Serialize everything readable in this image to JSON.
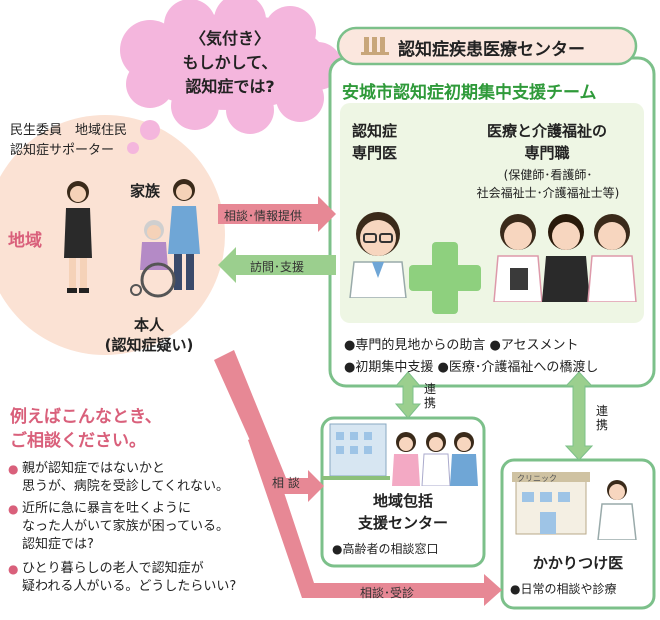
{
  "colors": {
    "green_border": "#7cc08a",
    "green_title": "#2f9a3a",
    "pink_accent": "#d9607b",
    "community_circle": "#fbe2d4",
    "thought_cloud": "#f4b6dd",
    "arrow_pink": "#e78895",
    "arrow_green": "#9bcf8e"
  },
  "thought": {
    "line1": "〈気付き〉",
    "line2": "もしかして、",
    "line3": "認知症では?"
  },
  "community": {
    "label": "地域",
    "supporters_line1": "民生委員　地域住民",
    "supporters_line2": "認知症サポーター",
    "family_label": "家族",
    "patient_line1": "本人",
    "patient_line2": "(認知症疑い)"
  },
  "center": {
    "header": "認知症疾患医療センター",
    "team_title": "安城市認知症初期集中支援チーム",
    "doctor_line1": "認知症",
    "doctor_line2": "専門医",
    "staff_line1": "医療と介護福祉の",
    "staff_line2": "専門職",
    "staff_sub1": "(保健師･看護師･",
    "staff_sub2": "社会福祉士･介護福祉士等)",
    "services_line1": "●専門的見地からの助言 ●アセスメント",
    "services_line2": "●初期集中支援 ●医療･介護福祉への橋渡し"
  },
  "arrows": {
    "consult_info": "相談･情報提供",
    "visit_support": "訪問･支援",
    "renkei_left": "連携",
    "renkei_right": "連携",
    "consult": "相 談",
    "consult_exam": "相談･受診"
  },
  "examples": {
    "title_line1": "例えばこんなとき、",
    "title_line2": "ご相談ください。",
    "items": [
      [
        "親が認知症ではないかと",
        "思うが、病院を受診してくれない。"
      ],
      [
        "近所に急に暴言を吐くように",
        "なった人がいて家族が困っている。",
        "認知症では?"
      ],
      [
        "ひとり暮らしの老人で認知症が",
        "疑われる人がいる。どうしたらいい?"
      ]
    ]
  },
  "houkatsu": {
    "title_line1": "地域包括",
    "title_line2": "支援センター",
    "service": "●高齢者の相談窓口"
  },
  "clinic": {
    "sign": "クリニック",
    "title": "かかりつけ医",
    "service": "●日常の相談や診療"
  }
}
